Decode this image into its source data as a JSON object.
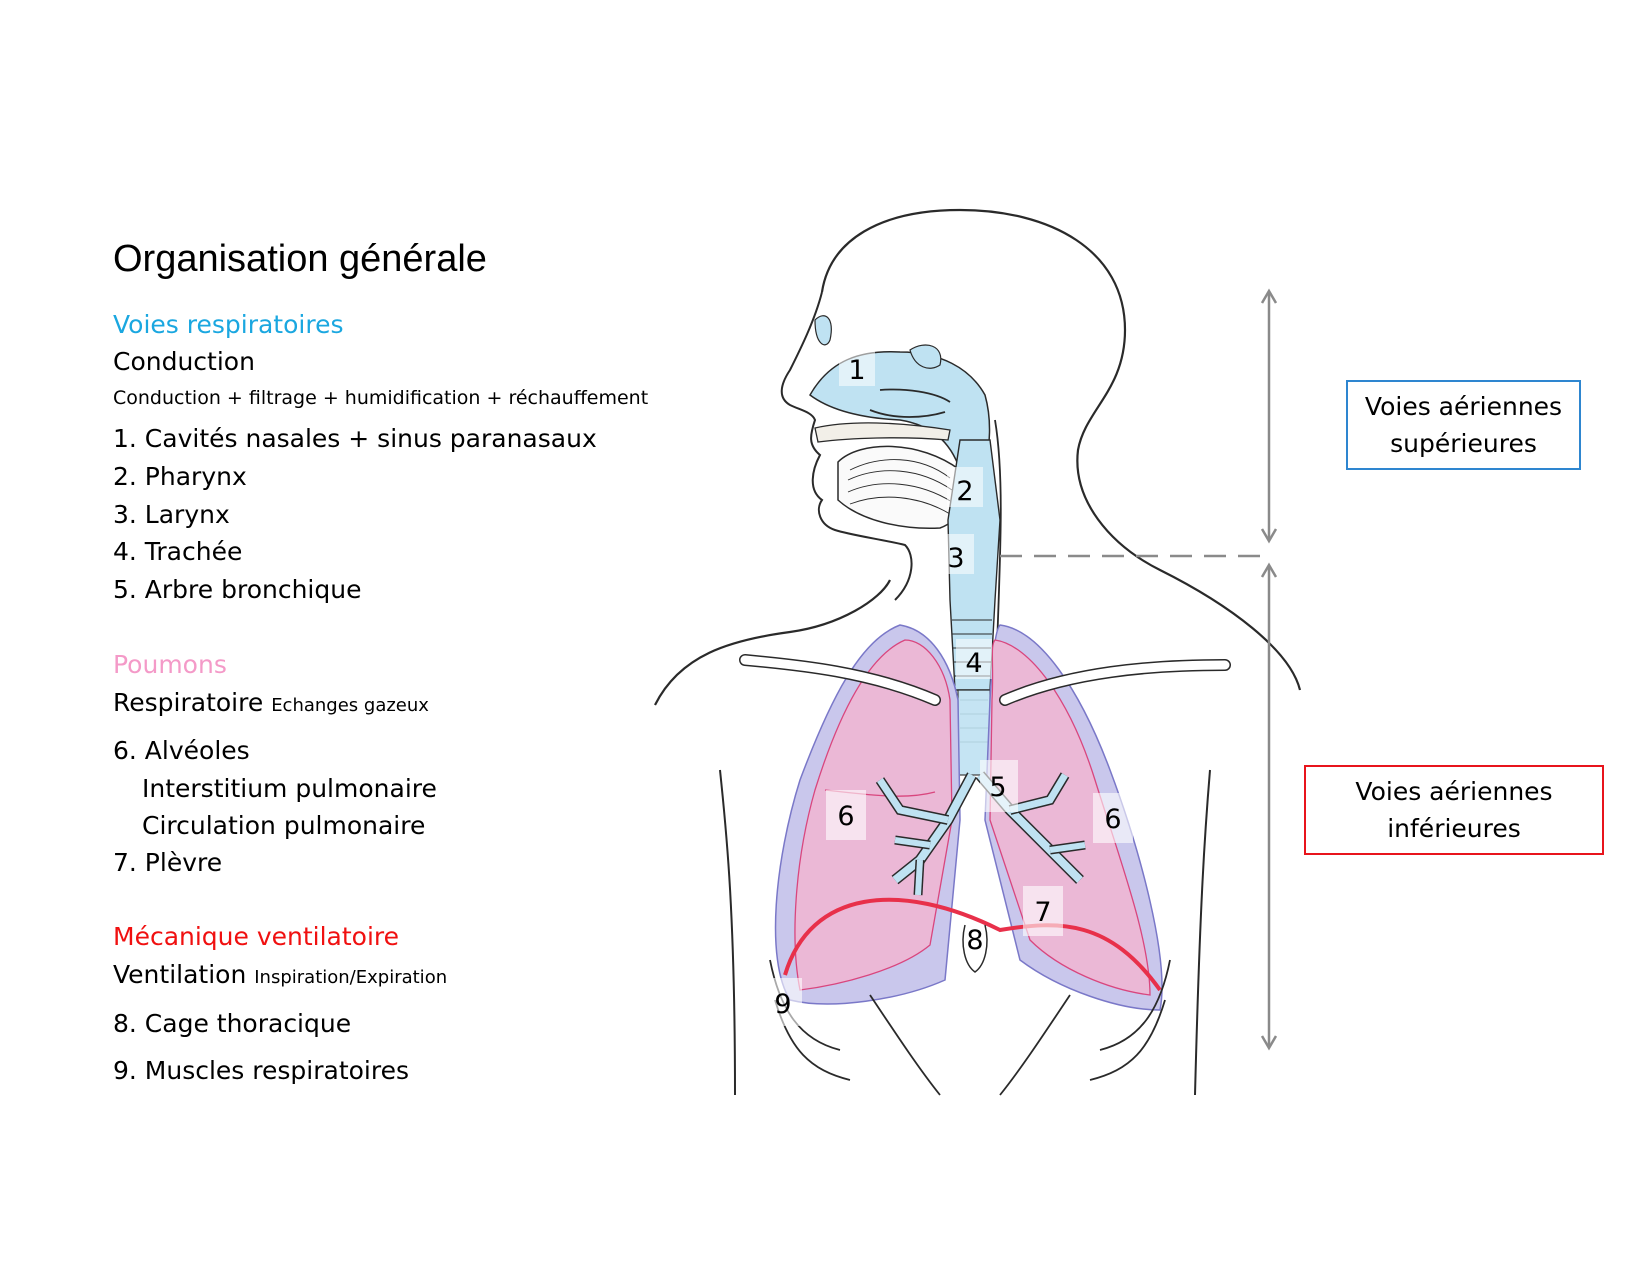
{
  "title": "Organisation générale",
  "sections": [
    {
      "heading": "Voies respiratoires",
      "heading_color": "#1AA7E0",
      "subheading": "Conduction",
      "subheading_note": "",
      "description": "Conduction + filtrage + humidification + réchauffement",
      "items": [
        "1. Cavités nasales + sinus paranasaux",
        "2. Pharynx",
        "3. Larynx",
        "4. Trachée",
        "5. Arbre bronchique"
      ]
    },
    {
      "heading": "Poumons",
      "heading_color": "#F49AC8",
      "subheading": "Respiratoire",
      "subheading_note": "Echanges gazeux",
      "items": [
        "6. Alvéoles",
        "Interstitium pulmonaire",
        "Circulation pulmonaire",
        "7. Plèvre"
      ]
    },
    {
      "heading": "Mécanique ventilatoire",
      "heading_color": "#F01010",
      "subheading": "Ventilation",
      "subheading_note": "Inspiration/Expiration",
      "items": [
        "8. Cage thoracique",
        "9. Muscles respiratoires"
      ]
    }
  ],
  "diagram": {
    "labels": [
      "1",
      "2",
      "3",
      "4",
      "5",
      "6",
      "6",
      "7",
      "8",
      "9"
    ],
    "colors": {
      "airway": "#BFE2F2",
      "lung": "#EBB8D6",
      "pleura": "#C9C7EC",
      "diaphragm": "#E8304A",
      "outline": "#2a2a2a",
      "arrow": "#8a8a8a"
    }
  },
  "regions": {
    "upper": {
      "line1": "Voies aériennes",
      "line2": "supérieures",
      "border_color": "#2E86D0"
    },
    "lower": {
      "line1": "Voies aériennes",
      "line2": "inférieures",
      "border_color": "#E8141C"
    }
  }
}
